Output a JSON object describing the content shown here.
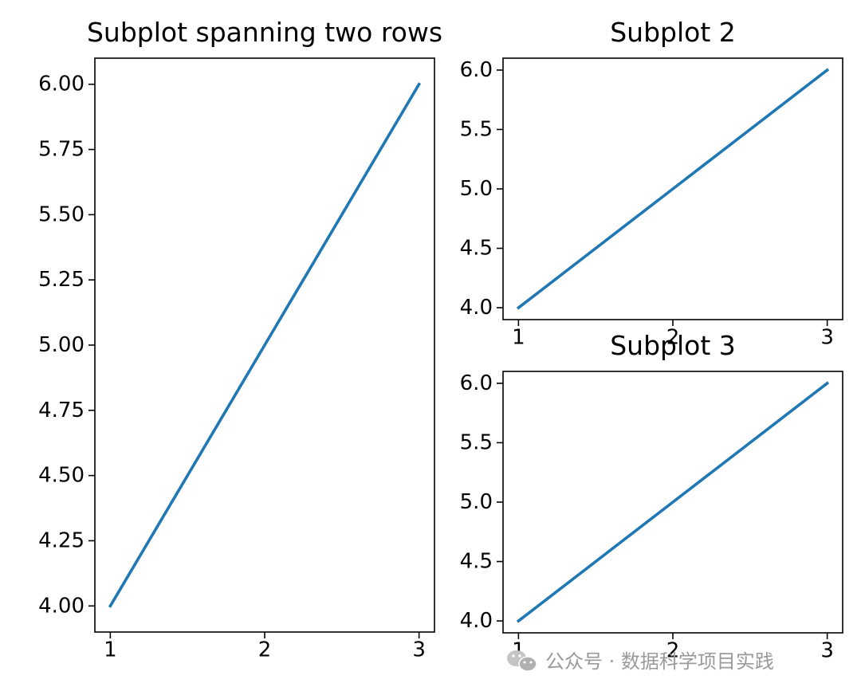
{
  "chart_data": [
    {
      "type": "line",
      "title": "Subplot spanning two rows",
      "xlabel": "",
      "ylabel": "",
      "xlim": [
        0.9,
        3.1
      ],
      "ylim": [
        3.9,
        6.1
      ],
      "x_ticks": [
        1,
        2,
        3
      ],
      "x_tick_labels": [
        "1",
        "2",
        "3"
      ],
      "y_ticks": [
        4.0,
        4.25,
        4.5,
        4.75,
        5.0,
        5.25,
        5.5,
        5.75,
        6.0
      ],
      "y_tick_labels": [
        "4.00",
        "4.25",
        "4.50",
        "4.75",
        "5.00",
        "5.25",
        "5.50",
        "5.75",
        "6.00"
      ],
      "grid": false,
      "series": [
        {
          "x": [
            1,
            2,
            3
          ],
          "values": [
            4,
            5,
            6
          ],
          "color": "#1f77b4"
        }
      ]
    },
    {
      "type": "line",
      "title": "Subplot 2",
      "xlabel": "",
      "ylabel": "",
      "xlim": [
        0.9,
        3.1
      ],
      "ylim": [
        3.9,
        6.1
      ],
      "x_ticks": [
        1,
        2,
        3
      ],
      "x_tick_labels": [
        "1",
        "2",
        "3"
      ],
      "y_ticks": [
        4.0,
        4.5,
        5.0,
        5.5,
        6.0
      ],
      "y_tick_labels": [
        "4.0",
        "4.5",
        "5.0",
        "5.5",
        "6.0"
      ],
      "grid": false,
      "series": [
        {
          "x": [
            1,
            2,
            3
          ],
          "values": [
            4,
            5,
            6
          ],
          "color": "#1f77b4"
        }
      ]
    },
    {
      "type": "line",
      "title": "Subplot 3",
      "xlabel": "",
      "ylabel": "",
      "xlim": [
        0.9,
        3.1
      ],
      "ylim": [
        3.9,
        6.1
      ],
      "x_ticks": [
        1,
        2,
        3
      ],
      "x_tick_labels": [
        "1",
        "2",
        "3"
      ],
      "y_ticks": [
        4.0,
        4.5,
        5.0,
        5.5,
        6.0
      ],
      "y_tick_labels": [
        "4.0",
        "4.5",
        "5.0",
        "5.5",
        "6.0"
      ],
      "grid": false,
      "series": [
        {
          "x": [
            1,
            2,
            3
          ],
          "values": [
            4,
            5,
            6
          ],
          "color": "#1f77b4"
        }
      ]
    }
  ],
  "watermark": {
    "text": "公众号 · 数据科学项目实践",
    "icon": "wechat-icon"
  }
}
